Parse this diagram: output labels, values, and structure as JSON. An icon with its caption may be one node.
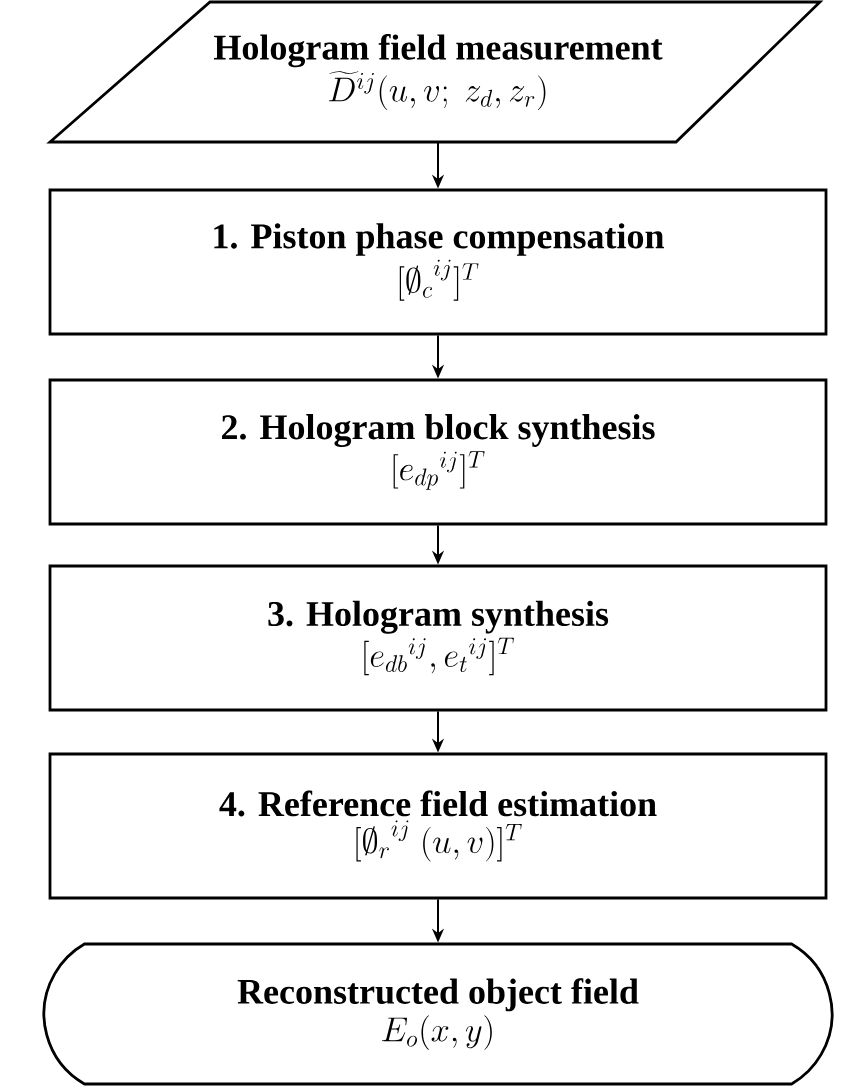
{
  "diagram": {
    "nodes": [
      {
        "text": [
          "Hologram field measurement",
          "\\widetilde{D}^{ij}(u,v;\\ z_d,z_r)"
        ]
      },
      {
        "text": [
          "1. Piston phase compensation",
          "[{\\emptyset_c}^{ij}]^T"
        ]
      },
      {
        "text": [
          "2. Hologram block synthesis",
          "[{e_{dp}}^{ij}]^T"
        ]
      },
      {
        "text": [
          "3. Hologram synthesis",
          "[{e_{db}}^{ij},{e_t}^{ij}]^T"
        ]
      },
      {
        "text": [
          "4. Reference field estimation",
          "[{\\emptyset_r}^{ij}\\ (u,v)]^T"
        ]
      },
      {
        "text": [
          "Reconstructed object field",
          "E_o(x,y)"
        ]
      }
    ],
    "edges": [
      {
        "from": 0,
        "to": 1,
        "arrow": "to"
      },
      {
        "from": 1,
        "to": 2,
        "arrow": "to"
      },
      {
        "from": 2,
        "to": 3,
        "arrow": "to"
      },
      {
        "from": 3,
        "to": 4,
        "arrow": "to"
      },
      {
        "from": 4,
        "to": 5,
        "arrow": "to"
      }
    ]
  }
}
